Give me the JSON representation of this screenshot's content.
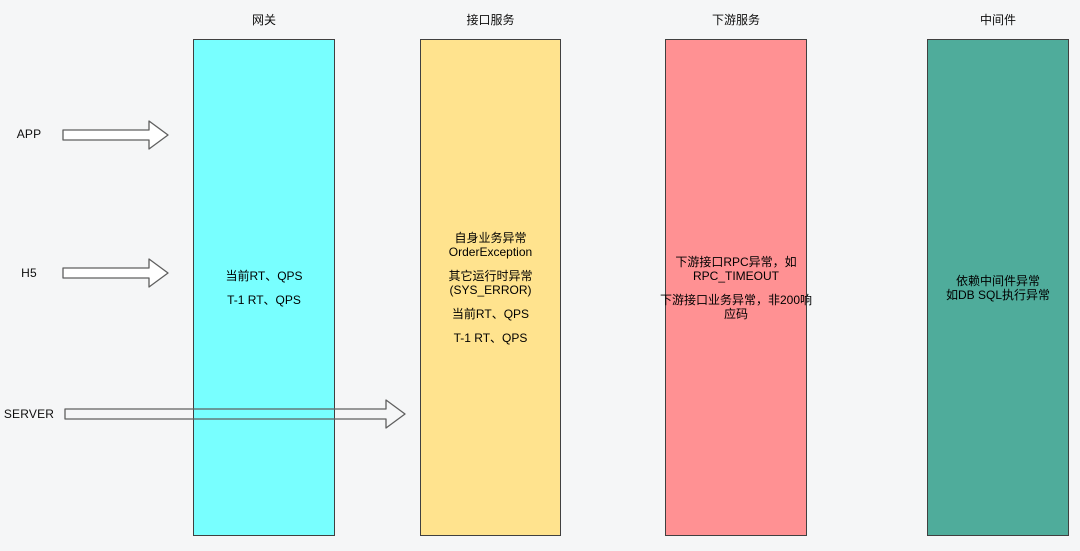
{
  "canvas": {
    "background_color": "#f5f6f7",
    "lane_border_color": "#404040",
    "arrow_stroke_color": "#5f5f5f",
    "text_color": "#000000"
  },
  "lanes": [
    {
      "label": "网关",
      "fill": "#78ffff",
      "paragraphs": [
        [
          "当前RT、QPS"
        ],
        [
          "T-1 RT、QPS"
        ]
      ]
    },
    {
      "label": "接口服务",
      "fill": "#ffe38e",
      "paragraphs": [
        [
          "自身业务异常",
          "OrderException"
        ],
        [
          "其它运行时异常",
          "(SYS_ERROR)"
        ],
        [
          "当前RT、QPS"
        ],
        [
          "T-1 RT、QPS"
        ]
      ]
    },
    {
      "label": "下游服务",
      "fill": "#ff9193",
      "paragraphs": [
        [
          "下游接口RPC异常，如",
          "RPC_TIMEOUT"
        ],
        [
          "下游接口业务异常，非200响",
          "应码"
        ]
      ]
    },
    {
      "label": "中间件",
      "fill": "#4fac9b",
      "paragraphs": [
        [
          "依赖中间件异常",
          "如DB SQL执行异常"
        ]
      ]
    }
  ],
  "sources": [
    {
      "label": "APP"
    },
    {
      "label": "H5"
    },
    {
      "label": "SERVER"
    }
  ]
}
